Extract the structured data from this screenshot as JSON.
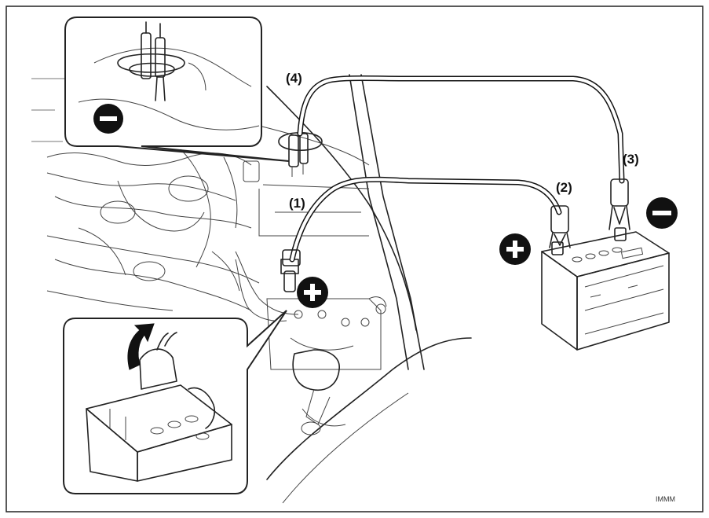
{
  "diagram": {
    "labels": {
      "cable_1": "(1)",
      "cable_2": "(2)",
      "cable_3": "(3)",
      "cable_4": "(4)"
    },
    "symbols": {
      "positive": "+",
      "negative": "−"
    },
    "figure_code": "IMMM"
  }
}
